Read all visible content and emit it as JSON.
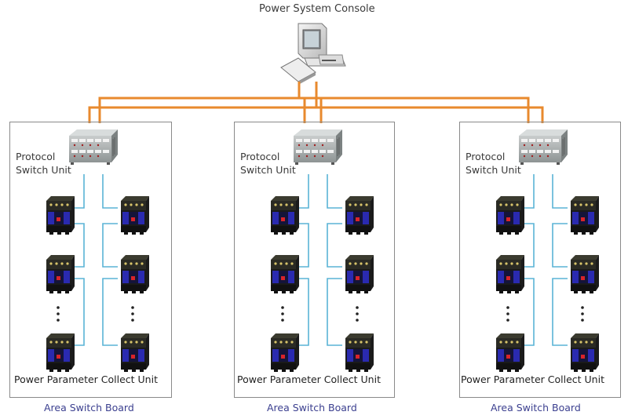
{
  "console": {
    "title": "Power System Console",
    "icon": "desktop-computer-icon"
  },
  "colors": {
    "network_line": "#e88a2e",
    "bus_line": "#5ab4d6",
    "board_border": "#8a8a8a",
    "caption_text": "#3b3f8f",
    "label_text": "#3a3a3a"
  },
  "boards": [
    {
      "caption": "Area Switch Board",
      "switch_unit_label_line1": "Protocol",
      "switch_unit_label_line2": "Switch Unit",
      "collect_unit_label": "Power Parameter Collect Unit",
      "ellipsis": "⋮"
    },
    {
      "caption": "Area Switch Board",
      "switch_unit_label_line1": "Protocol",
      "switch_unit_label_line2": "Switch Unit",
      "collect_unit_label": "Power Parameter Collect Unit",
      "ellipsis": "⋮"
    },
    {
      "caption": "Area Switch Board",
      "switch_unit_label_line1": "Protocol",
      "switch_unit_label_line2": "Switch Unit",
      "collect_unit_label": "Power Parameter Collect Unit",
      "ellipsis": "⋮"
    }
  ]
}
